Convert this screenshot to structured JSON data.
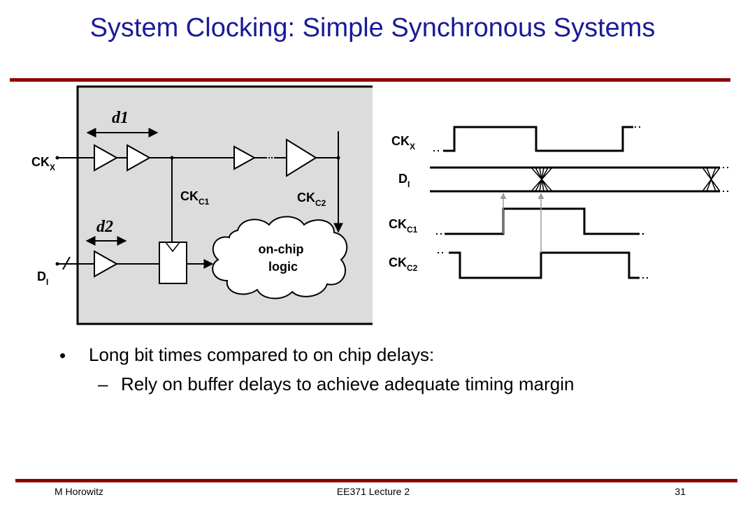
{
  "slide": {
    "title": "System Clocking: Simple Synchronous Systems",
    "accent_color": "#8b0000",
    "title_color": "#1a1a99",
    "chip_fill": "#dcdcdc"
  },
  "circuit": {
    "ckx_label": "CK",
    "ckx_sub": "X",
    "di_label": "D",
    "di_sub": "I",
    "ckc1_label": "CK",
    "ckc1_sub": "C1",
    "ckc2_label": "CK",
    "ckc2_sub": "C2",
    "d1_label": "d1",
    "d2_label": "d2",
    "logic_line1": "on-chip",
    "logic_line2": "logic"
  },
  "timing": {
    "ckx_label": "CK",
    "ckx_sub": "X",
    "di_label": "D",
    "di_sub": "I",
    "ckc1_label": "CK",
    "ckc1_sub": "C1",
    "ckc2_label": "CK",
    "ckc2_sub": "C2"
  },
  "bullets": {
    "main": "Long bit times compared to on chip delays:",
    "sub": "Rely on buffer delays to achieve adequate timing margin"
  },
  "footer": {
    "author": "M Horowitz",
    "course": "EE371 Lecture 2",
    "page": "31"
  }
}
